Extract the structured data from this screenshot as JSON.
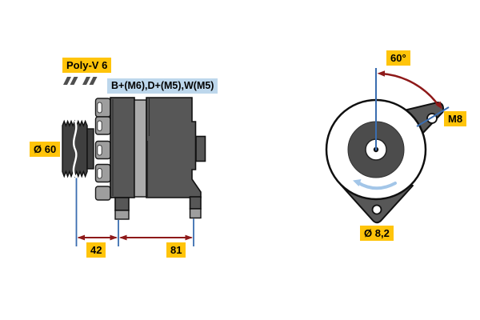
{
  "figure": {
    "type": "alternator-technical-drawing",
    "views": [
      "side-view",
      "rear-view"
    ]
  },
  "labels": {
    "belt_type": "Poly-V 6",
    "terminals": "B+(M6),D+(M5),W(M5)",
    "pulley_diameter": "Ø 60",
    "dim_pulley_to_mount": "42",
    "dim_mount_span": "81",
    "mount_angle": "60°",
    "thread_size": "M8",
    "mount_hole_diameter": "Ø 8,2"
  },
  "icons": {
    "belt_profile": "belt-profile-icon",
    "rotation_direction": "rotation-arrow-icon",
    "angle_measure": "angle-arc-arrow-icon"
  },
  "colors": {
    "label_bg_yellow": "#ffc40a",
    "label_bg_blue": "#bdd7ec",
    "dimension_line_blue": "#3a6db0",
    "dimension_arrow_red": "#8e1919",
    "rotation_arrow_blue": "#a3c6e8",
    "body_gray": "#575757",
    "pulley_gray": "#3f3f3f",
    "fin_gray": "#9e9e9e",
    "stator_gray": "#ababab",
    "background": "#ffffff"
  }
}
